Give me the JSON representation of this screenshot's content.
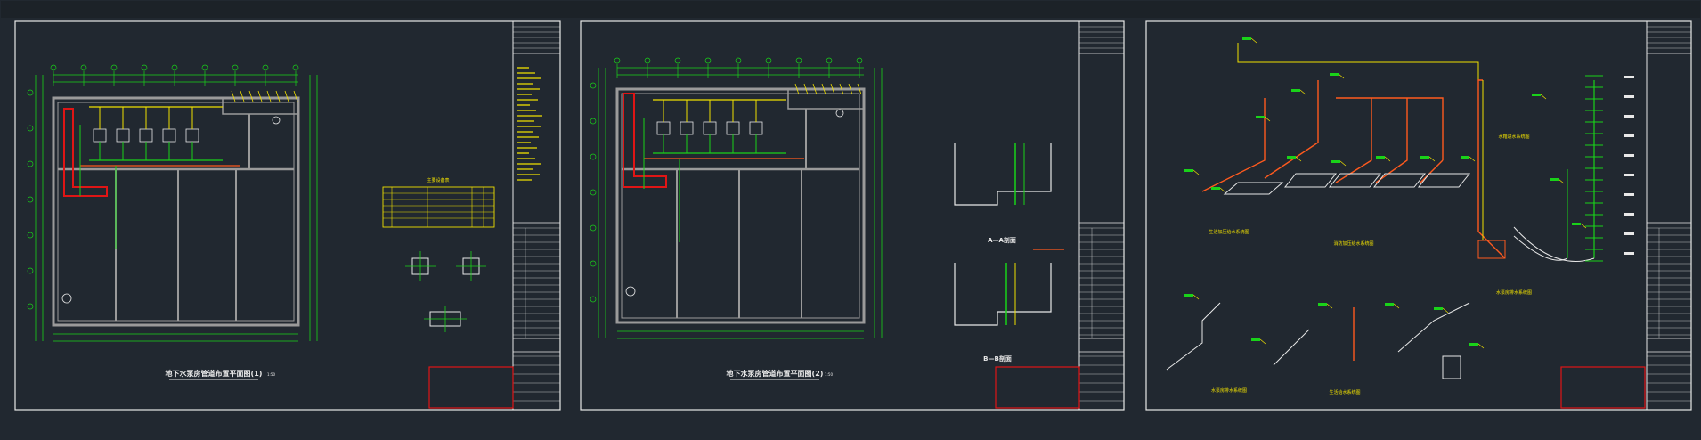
{
  "colors": {
    "background": "#212830",
    "frame": "#e8e8e8",
    "wall": "#9a9a9a",
    "dim": "#19d219",
    "pipe": "#f0e000",
    "pipe_red": "#ff5a1e",
    "axis": "#6aa0ff",
    "red_box": "#e01515",
    "title_text": "#e8e8e8"
  },
  "sheets": [
    {
      "id": "sheet-1",
      "title": "地下水泵房管道布置平面图(1)",
      "scale": "1:50",
      "table_caption": "主要设备表"
    },
    {
      "id": "sheet-2",
      "title": "地下水泵房管道布置平面图(2)",
      "scale": "1:50",
      "section_a": "A—A剖面",
      "section_b": "B—B剖面"
    },
    {
      "id": "sheet-3",
      "title_1": "生活加压给水系统图",
      "title_2": "消防加压给水系统图",
      "title_3": "水箱进水系统图",
      "title_4": "水泵房排水系统图",
      "title_5": "生活给水系统图",
      "title_6": "水泵房排水系统图"
    }
  ]
}
